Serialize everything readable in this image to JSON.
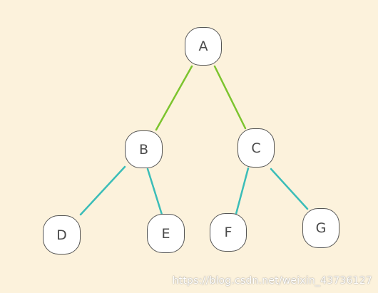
{
  "colors": {
    "background": "#fcf2dc",
    "node_fill": "#ffffff",
    "node_border": "#555555",
    "edge_top": "#7cc42e",
    "edge_lower": "#3bbdb8"
  },
  "nodes": {
    "a": "A",
    "b": "B",
    "c": "C",
    "d": "D",
    "e": "E",
    "f": "F",
    "g": "G"
  },
  "edges": [
    {
      "from": "A",
      "to": "B",
      "color": "edge_top"
    },
    {
      "from": "A",
      "to": "C",
      "color": "edge_top"
    },
    {
      "from": "B",
      "to": "D",
      "color": "edge_lower"
    },
    {
      "from": "B",
      "to": "E",
      "color": "edge_lower"
    },
    {
      "from": "C",
      "to": "F",
      "color": "edge_lower"
    },
    {
      "from": "C",
      "to": "G",
      "color": "edge_lower"
    }
  ],
  "watermark": "https://blog.csdn.net/weixin_43736127"
}
